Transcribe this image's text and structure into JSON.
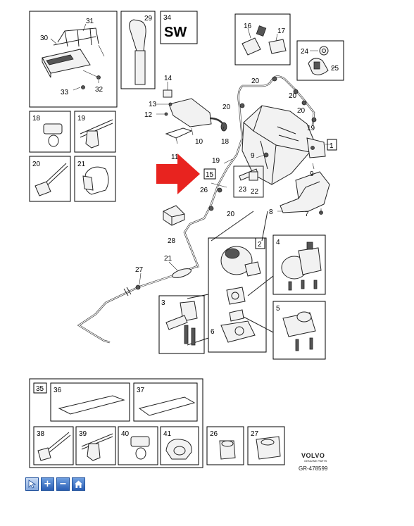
{
  "diagram": {
    "labels": {
      "l1": "1",
      "l2": "2",
      "l3": "3",
      "l4": "4",
      "l5": "5",
      "l6": "6",
      "l7": "7",
      "l8": "8",
      "l9a": "9",
      "l9b": "9",
      "l10": "10",
      "l11": "11",
      "l12": "12",
      "l13": "13",
      "l14": "14",
      "l15": "15",
      "l16": "16",
      "l17": "17",
      "l18": "18",
      "l19a": "19",
      "l19b": "19",
      "l20a": "20",
      "l20b": "20",
      "l20c": "20",
      "l20d": "20",
      "l20e": "20",
      "l20f": "20",
      "l21a": "21",
      "l21b": "21",
      "l22": "22",
      "l23": "23",
      "l24": "24",
      "l25": "25",
      "l26a": "26",
      "l26b": "26",
      "l27a": "27",
      "l27b": "27",
      "l28": "28",
      "l29": "29",
      "l30": "30",
      "l31": "31",
      "l32": "32",
      "l33": "33",
      "l34": "34",
      "l35": "35",
      "l36": "36",
      "l37": "37",
      "l38": "38",
      "l39": "39",
      "l40": "40",
      "l41": "41"
    },
    "sw_label": "SW",
    "brand": "VOLVO",
    "brand_sub": "GENUINE PARTS",
    "reference": "GR-478599",
    "highlight_color": "#e8231f"
  },
  "toolbar": {
    "pointer_icon": "pointer-icon",
    "zoom_in_symbol": "+",
    "zoom_out_symbol": "−",
    "home_icon": "home-icon"
  }
}
